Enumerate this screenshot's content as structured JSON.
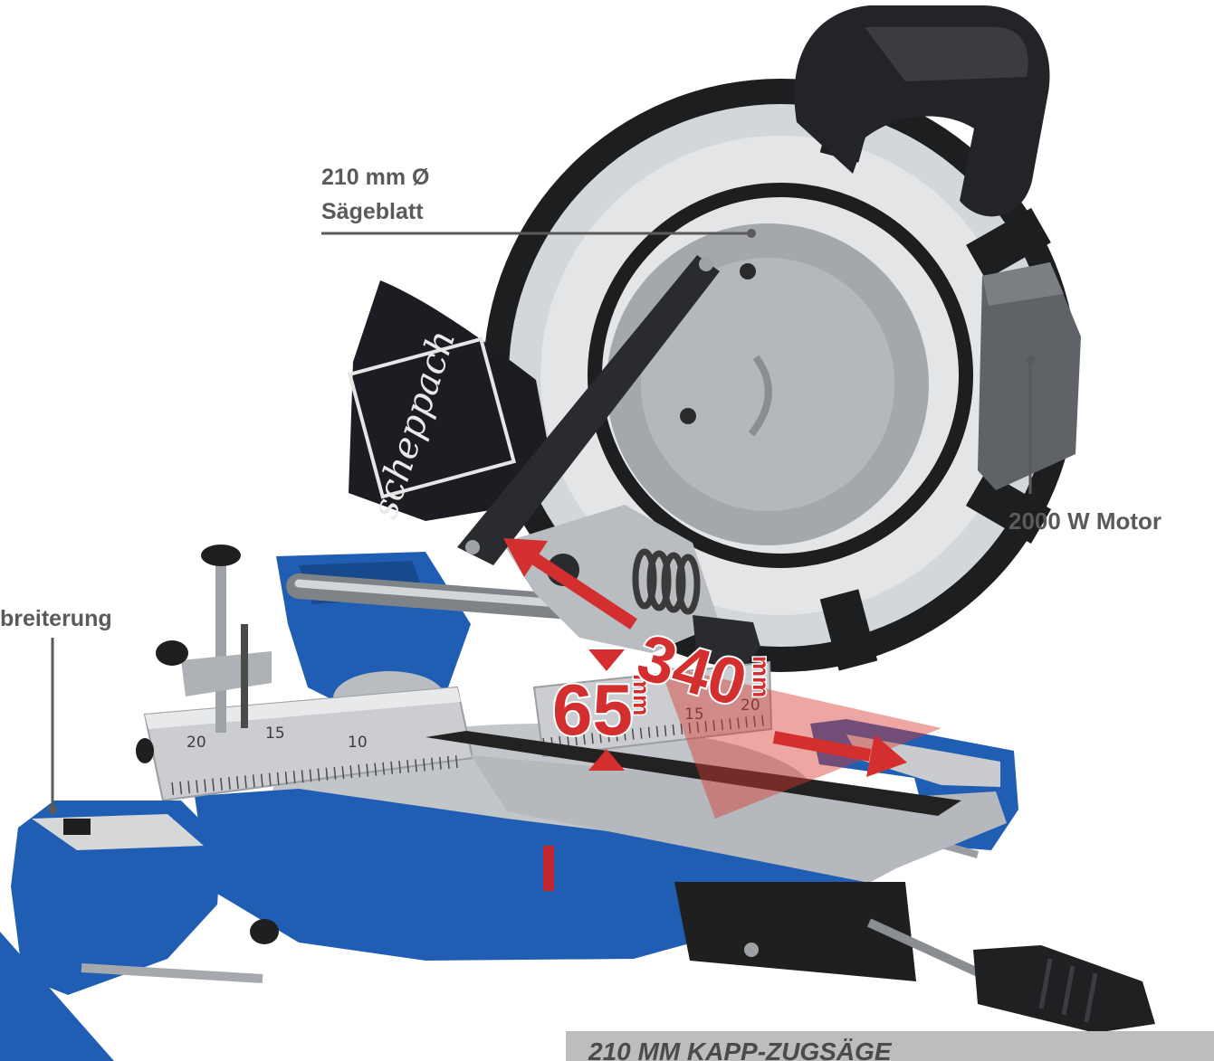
{
  "callouts": {
    "blade": {
      "line1": "210 mm Ø",
      "line2": "Sägeblatt"
    },
    "motor": {
      "label": "2000 W Motor"
    },
    "extension": {
      "label": "breiterung"
    }
  },
  "dimensions": {
    "cut_height": {
      "value": "65",
      "unit": "mm"
    },
    "cut_width": {
      "value": "340",
      "unit": "mm"
    }
  },
  "rulers": {
    "left": [
      "20",
      "15",
      "10"
    ],
    "right": [
      "15",
      "20"
    ]
  },
  "brand": "scheppach",
  "banner": {
    "title": "210 MM KAPP-ZUGSÄGE"
  },
  "colors": {
    "brand_blue": "#1f5eb3",
    "accent_red": "#d32f2f",
    "banner_grey": "#bdbdbd",
    "callout_grey": "#5a5a5a"
  }
}
